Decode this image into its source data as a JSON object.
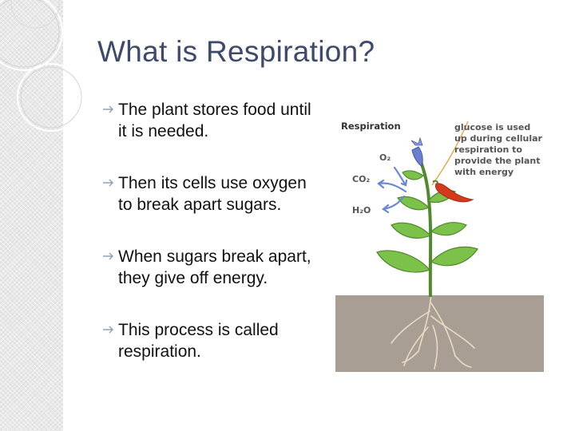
{
  "slide": {
    "title": "What is Respiration?",
    "bullets": [
      "The plant stores food until it is needed.",
      "Then its cells use oxygen to break apart sugars.",
      "When sugars break apart, they give off energy.",
      "This process is called respiration."
    ]
  },
  "figure": {
    "heading": "Respiration",
    "o2": "O₂",
    "co2": "CO₂",
    "h2o": "H₂O",
    "glucose_note": "glucose is used up during cellular respiration to provide the plant with energy"
  },
  "colors": {
    "title": "#3d4a6b",
    "soil": "#a89e93",
    "leaf": "#7cc24a",
    "fruit": "#d63a1c",
    "flower": "#6a7fd0",
    "arrows": "#6a86d8",
    "energy_line": "#e8a33a",
    "roots": "#e9dcc3"
  },
  "icons": {
    "bullet": "arrow-bullet-icon"
  }
}
